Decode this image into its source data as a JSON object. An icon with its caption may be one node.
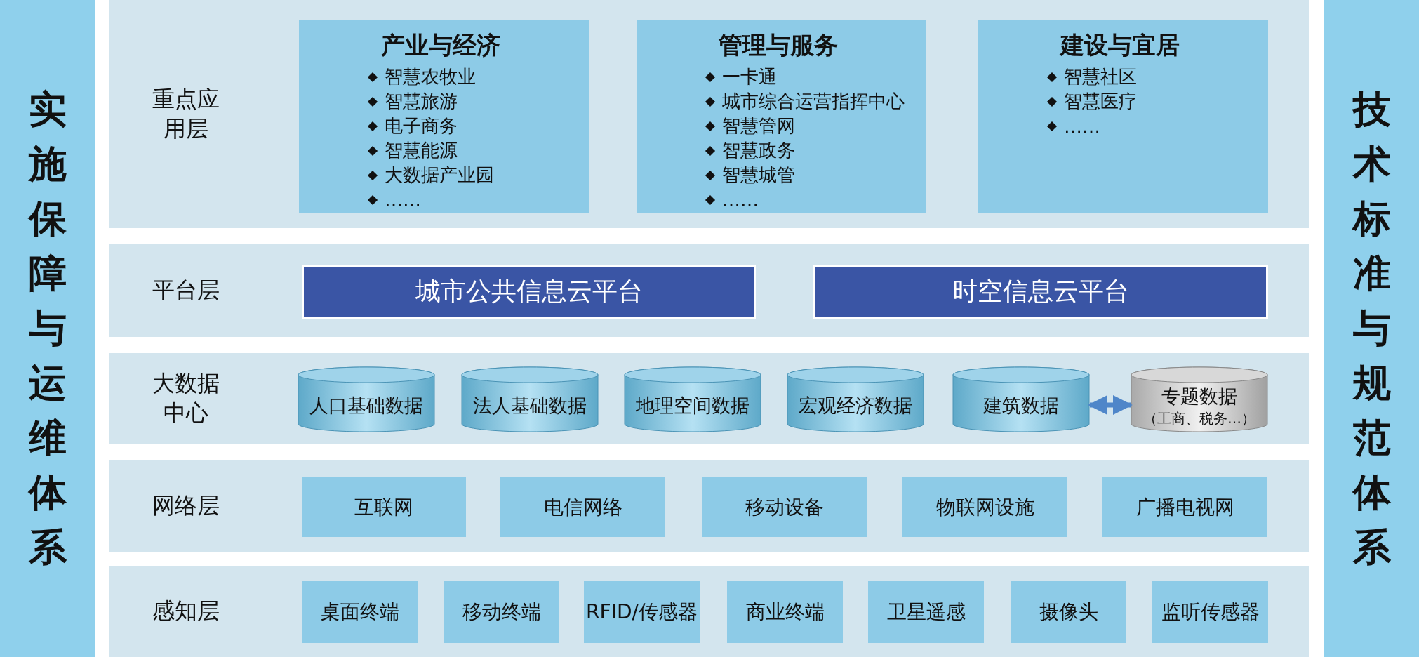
{
  "diagram": {
    "nodes": [
      {
        "text": [
          "实施保障与运维体系"
        ]
      },
      {
        "text": [
          "重点应用层"
        ]
      },
      {
        "text": [
          "产业与经济",
          "智慧农牧业",
          "智慧旅游",
          "电子商务",
          "智慧能源",
          "大数据产业园",
          "……"
        ],
        "in": 1
      },
      {
        "text": [
          "管理与服务",
          "一卡通",
          "城市综合运营指挥中心",
          "智慧管网",
          "智慧政务",
          "智慧城管",
          "……"
        ],
        "in": 1
      },
      {
        "text": [
          "建设与宜居",
          "智慧社区",
          "智慧医疗",
          "……"
        ],
        "in": 1
      },
      {
        "text": [
          "平台层"
        ]
      },
      {
        "text": [
          "城市公共信息云平台"
        ],
        "in": 5
      },
      {
        "text": [
          "时空信息云平台"
        ],
        "in": 5
      },
      {
        "text": [
          "大数据中心"
        ]
      },
      {
        "text": [
          "人口基础数据"
        ],
        "in": 8
      },
      {
        "text": [
          "法人基础数据"
        ],
        "in": 8
      },
      {
        "text": [
          "地理空间数据"
        ],
        "in": 8
      },
      {
        "text": [
          "宏观经济数据"
        ],
        "in": 8
      },
      {
        "text": [
          "建筑数据"
        ],
        "in": 8
      },
      {
        "text": [
          "专题数据",
          "（工商、税务…）"
        ],
        "in": 8
      },
      {
        "text": [
          "网络层"
        ]
      },
      {
        "text": [
          "互联网"
        ],
        "in": 15
      },
      {
        "text": [
          "电信网络"
        ],
        "in": 15
      },
      {
        "text": [
          "移动设备"
        ],
        "in": 15
      },
      {
        "text": [
          "物联网设施"
        ],
        "in": 15
      },
      {
        "text": [
          "广播电视网"
        ],
        "in": 15
      },
      {
        "text": [
          "感知层"
        ]
      },
      {
        "text": [
          "桌面终端"
        ],
        "in": 21
      },
      {
        "text": [
          "移动终端"
        ],
        "in": 21
      },
      {
        "text": [
          "RFID/传感器"
        ],
        "in": 21
      },
      {
        "text": [
          "商业终端"
        ],
        "in": 21
      },
      {
        "text": [
          "卫星遥感"
        ],
        "in": 21
      },
      {
        "text": [
          "摄像头"
        ],
        "in": 21
      },
      {
        "text": [
          "监听传感器"
        ],
        "in": 21
      },
      {
        "text": [
          "技术标准与规范体系"
        ]
      }
    ],
    "edges": [
      {
        "from": 13,
        "to": 14,
        "arrow": "both"
      }
    ]
  }
}
